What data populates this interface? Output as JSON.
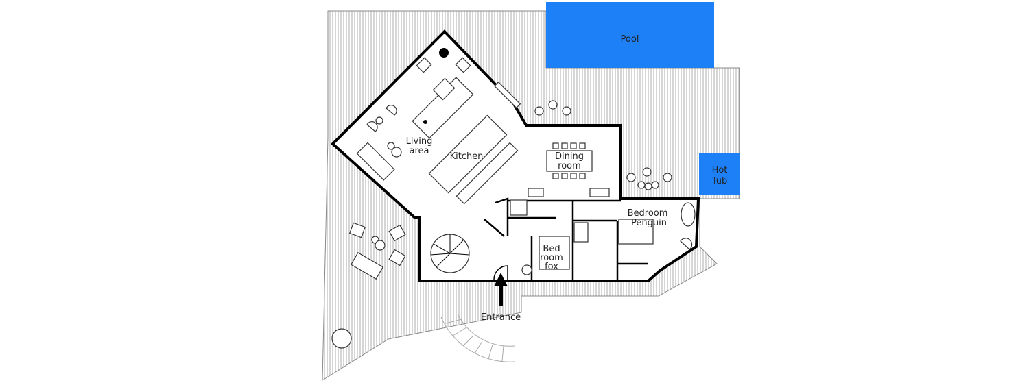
{
  "title": "Floor plan",
  "colors": {
    "water": "#1e80f6",
    "deck_line": "#9a9a9a",
    "wall": "#000000"
  },
  "labels": {
    "pool": "Pool",
    "hot_tub": [
      "Hot",
      "Tub"
    ],
    "living_area": [
      "Living",
      "area"
    ],
    "kitchen": "Kitchen",
    "dining_room": [
      "Dining",
      "room"
    ],
    "bedroom_penguin": [
      "Bedroom",
      "Penguin"
    ],
    "bedroom_fox": [
      "Bed",
      "room",
      "fox"
    ],
    "entrance": "Entrance"
  }
}
